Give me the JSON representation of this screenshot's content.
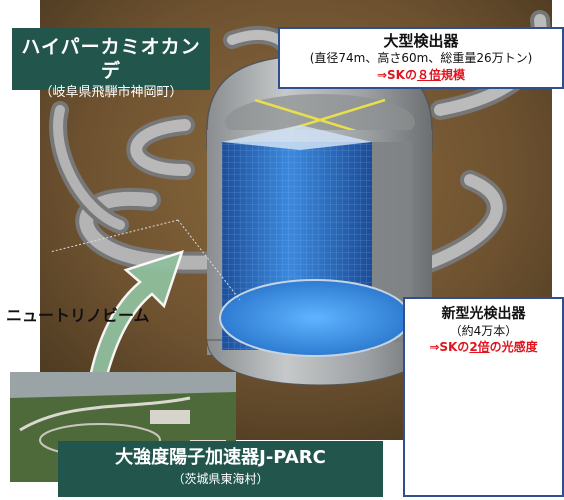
{
  "title": {
    "name": "ハイパーカミオカンデ",
    "location": "（岐阜県飛騨市神岡町）"
  },
  "detector": {
    "heading": "大型検出器",
    "spec": "(直径74m、高さ60m、総重量26万トン)",
    "claim_prefix": "⇒SKの",
    "claim_number": "８倍",
    "claim_suffix": "規模"
  },
  "photodetector": {
    "heading": "新型光検出器",
    "count": "（約4万本）",
    "claim_prefix": "⇒SKの",
    "claim_number": "2倍",
    "claim_suffix": "の光感度"
  },
  "beam": {
    "label": "ニュートリノビーム"
  },
  "accelerator": {
    "name": "大強度陽子加速器J-PARC",
    "location": "（茨城県東海村）"
  },
  "colors": {
    "label_box": "#22564d",
    "callout_border": "#2f4f8f",
    "emphasis": "#e0141e",
    "rock": "#7a5a32",
    "water": "#2f7fd6",
    "arrow": "#8fbf9d"
  }
}
